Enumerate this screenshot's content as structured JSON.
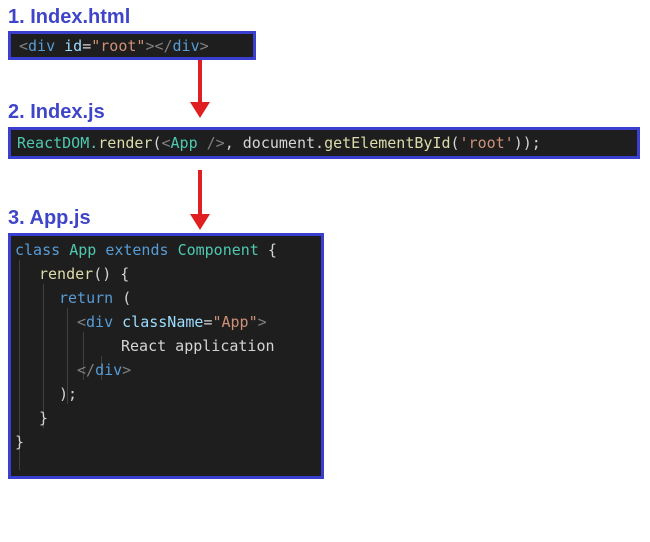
{
  "steps": [
    {
      "title": "1. Index.html"
    },
    {
      "title": "2. Index.js"
    },
    {
      "title": "3. App.js"
    }
  ],
  "code1": {
    "open_bracket": "<",
    "tag_div": "div",
    "attr_id": "id",
    "eq": "=",
    "val_root": "\"root\"",
    "close_open": "></",
    "tag_div_close": "div",
    "gt": ">"
  },
  "code2": {
    "reactdom": "ReactDOM.",
    "render_fn": "render",
    "paren_open": "(",
    "lt": "<",
    "app": "App",
    "self_close": " />",
    "comma_doc": ", document.",
    "get_fn": "getElementById",
    "paren2": "(",
    "root_str": "'root'",
    "tail": "));"
  },
  "code3": {
    "l1_class": "class",
    "l1_app": "App",
    "l1_extends": "extends",
    "l1_component": "Component",
    "l1_brace": " {",
    "l2_render": "render",
    "l2_rest": "() {",
    "l3_return": "return",
    "l3_paren": " (",
    "l4_lt": "<",
    "l4_div": "div",
    "l4_attr": "className",
    "l4_eq": "=",
    "l4_val": "\"App\"",
    "l4_gt": ">",
    "l5_text": "React application",
    "l6_open": "</",
    "l6_div": "div",
    "l6_gt": ">",
    "l7": ");",
    "l8": "}",
    "l9": "}"
  },
  "colors": {
    "heading": "#3f45c8",
    "border": "#3a3fd0",
    "arrow": "#e02020",
    "code_bg": "#1e1e1e"
  }
}
